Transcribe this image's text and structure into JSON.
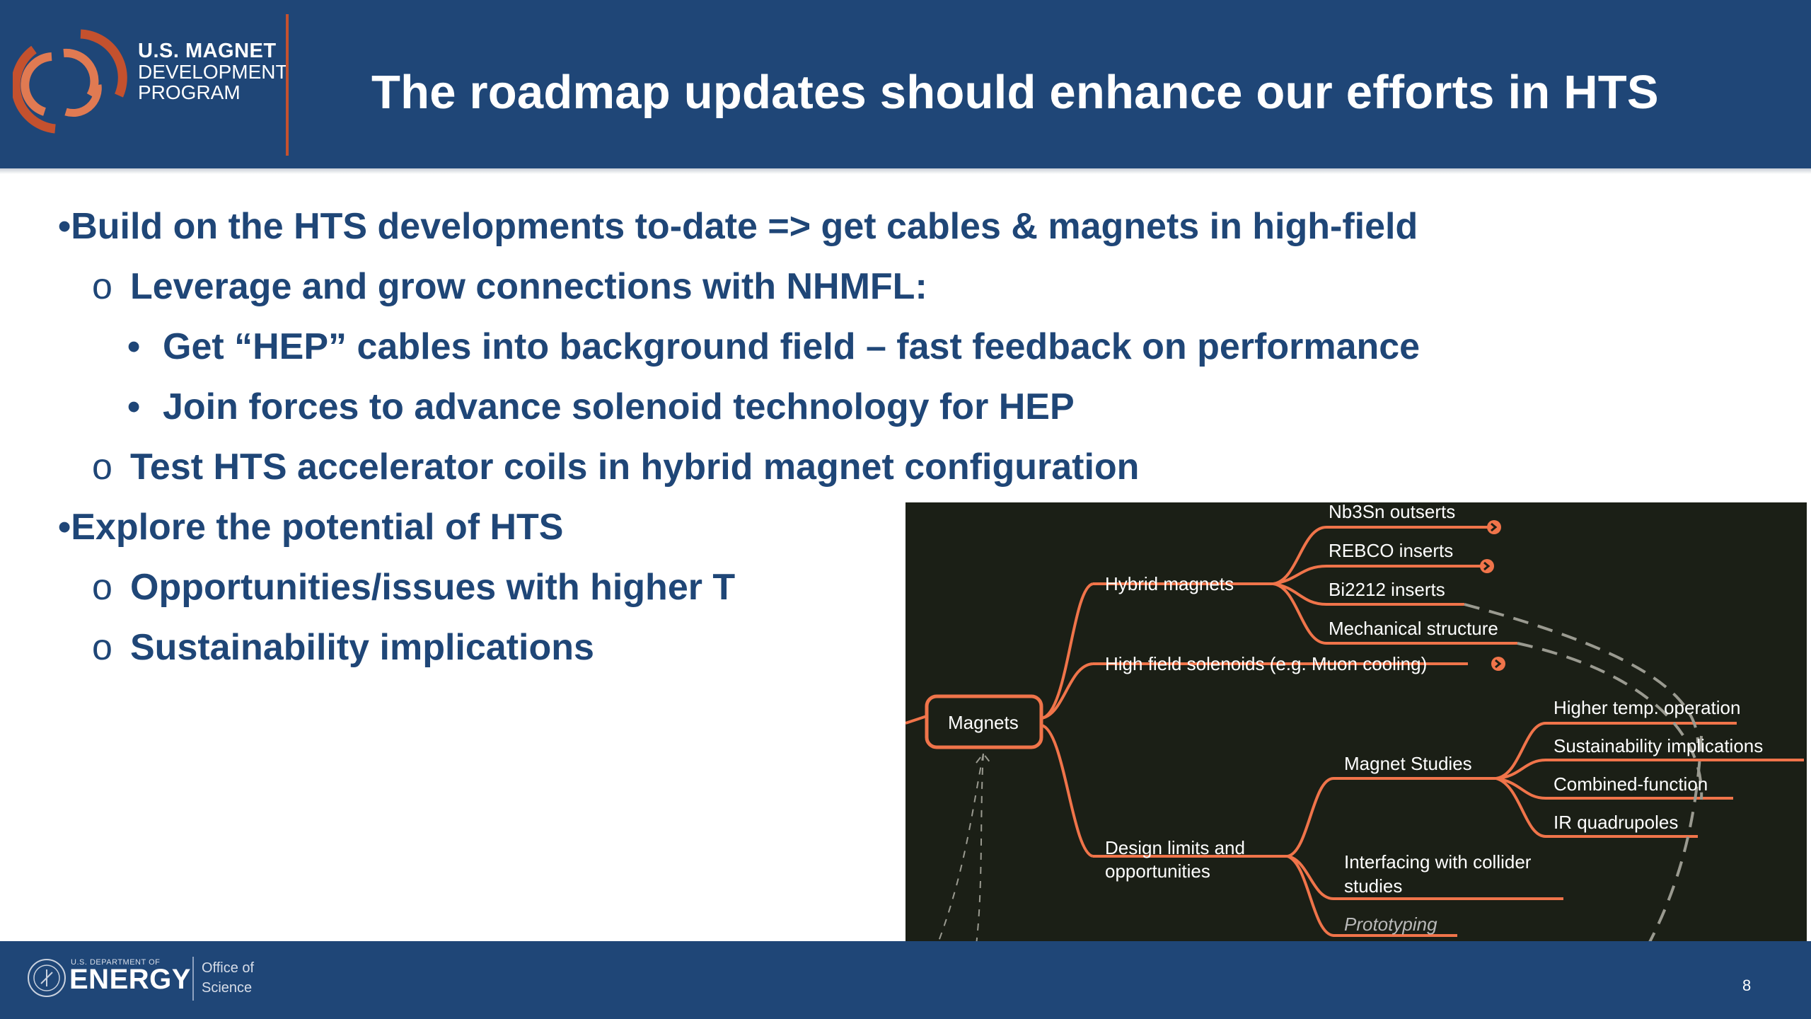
{
  "header": {
    "logo_line1": "U.S. MAGNET",
    "logo_line2": "DEVELOPMENT",
    "logo_line3": "PROGRAM",
    "title": "The roadmap updates should enhance our efforts in HTS"
  },
  "bullets": [
    {
      "marker": "•",
      "text": "Build on the HTS developments to-date => get cables & magnets in high-field"
    },
    {
      "marker": "o",
      "text": "Leverage and grow connections with NHMFL:"
    },
    {
      "marker": "•",
      "text": "Get “HEP” cables into background field – fast feedback on performance"
    },
    {
      "marker": "•",
      "text": "Join forces to advance solenoid technology for HEP"
    },
    {
      "marker": "o",
      "text": "Test HTS accelerator coils in hybrid magnet configuration"
    },
    {
      "marker": "•",
      "text": "Explore the potential of HTS"
    },
    {
      "marker": "o",
      "text": "Opportunities/issues with higher T"
    },
    {
      "marker": "o",
      "text": "Sustainability implications"
    }
  ],
  "mindmap": {
    "root": "Magnets",
    "hybrid": "Hybrid magnets",
    "hybrid_children": [
      "Nb3Sn outserts",
      "REBCO inserts",
      "Bi2212 inserts",
      "Mechanical structure"
    ],
    "solenoids": "High field solenoids (e.g. Muon cooling)",
    "design_line1": "Design limits and",
    "design_line2": "opportunities",
    "studies": "Magnet Studies",
    "studies_children": [
      "Higher temp. operation",
      "Sustainability implications",
      "Combined-function",
      "IR quadrupoles"
    ],
    "interfacing_line1": "Interfacing with collider",
    "interfacing_line2": "studies",
    "prototyping": "Prototyping",
    "colors": {
      "branch": "#f0744a",
      "background": "#1b1f16",
      "dashed": "#9a9a90"
    }
  },
  "footer": {
    "doe_small": "U.S. DEPARTMENT OF",
    "doe_big": "ENERGY",
    "office_line1": "Office of",
    "office_line2": "Science",
    "page_number": "8"
  },
  "colors": {
    "brand_blue": "#1f4677",
    "accent_orange": "#c4512e"
  }
}
